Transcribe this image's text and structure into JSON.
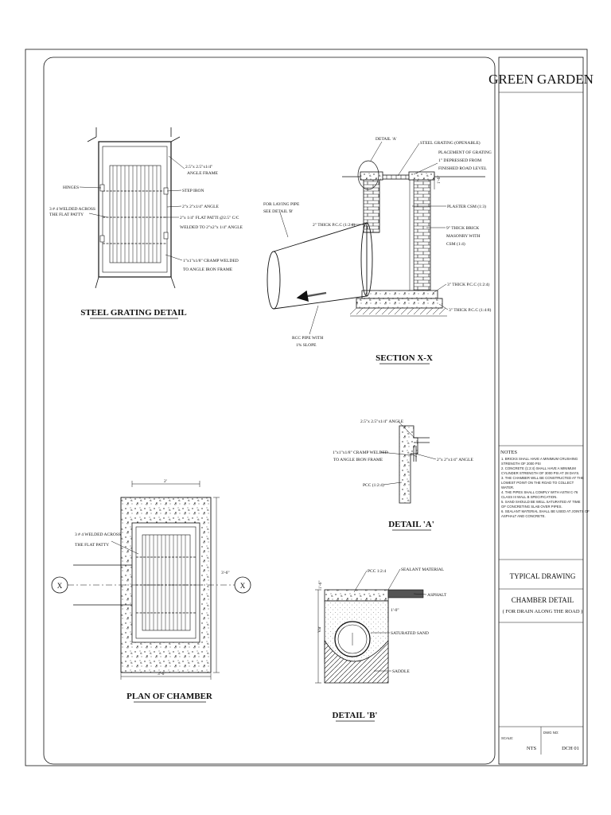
{
  "title_block": {
    "project": "GREEN GARDEN",
    "drawing_type": "TYPICAL DRAWING",
    "drawing_title": "CHAMBER DETAIL",
    "drawing_subtitle": "( FOR DRAIN ALONG THE ROAD )",
    "scale_label": "SCALE:",
    "scale_value": "NTS",
    "dwg_no_label": "DWG NO:",
    "dwg_no_value": "DCH 01"
  },
  "notes": {
    "heading": "NOTES",
    "lines": [
      "1.   BRICKS SHALL HAVE A MINIMUM  CRUSHING",
      "STRENGTH OF 2000 PSI",
      "2.   CONCRETE (1:2:4) SHALL HAVE A MINIMUM",
      "CYLINDER STRENGTH OF 3000 PSI AT 28 DAYS.",
      "3.   THE CHAMBER WILL BE CONSTRUCTED AT THE",
      "LOWEST POINT ON THE ROAD TO COLLECT",
      "WATER.",
      "4.   THE PIPES SHALL COMPLY WITH ASTM C-76",
      "CLASS III WALL B SPECIFICATION.",
      "5.   SAND SHOULD BE WELL SATURATED AT TIME",
      "OF  CONCRETING  SLAB OVER PIPES.",
      "6.   SEALANT  MATERIAL SHALL BE USED AT JOINTS OF",
      "ASPHALT AND CONCRETE."
    ]
  },
  "steel_grating": {
    "title": "STEEL GRATING DETAIL",
    "hinges": "HINGES",
    "welded_1": "3 # 4 WELDED ACROSS",
    "welded_2": "THE FLAT PATTY",
    "angle_frame_1": "2.5\"x 2.5\"x1/4\"",
    "angle_frame_2": "ANGLE FRAME",
    "step_iron": "STEP IRON",
    "angle": "2\"x 2\"x1/4\" ANGLE",
    "flat_patti_1": "2\"x 1/4\" FLAT PATTI @2.5\" C/C",
    "flat_patti_2": "WELDED TO 2\"x2\"x 1/4\" ANGLE",
    "cramp_1": "1\"x1\"x1/8\" CRAMP WELDED",
    "cramp_2": "TO ANGLE IRON FRAME"
  },
  "section_xx": {
    "title": "SECTION X-X",
    "detail_a": "DETAIL 'A'",
    "steel_grating": "STEEL GRATING (OPENABLE)",
    "placement_1": "PLACEMENT OF GRATING",
    "placement_2": "1\" DEPRESSED FROM",
    "placement_3": "FINISHED ROAD LEVEL",
    "dim_top": "1'-6\"",
    "laying_pipe_1": "FOR LAYING PIPE",
    "laying_pipe_2": "SEE DETAIL 'B'",
    "pcc_left": "2\" THICK P.C.C (1:2:4)",
    "plaster": "PLASTER CSM (1:3)",
    "brick_1": "9\" THICK BRICK",
    "brick_2": "MASONRY WITH",
    "brick_3": "CSM (1:4)",
    "pcc_3": "3\" THICK P.C.C (1:2:4)",
    "pcc_4": "3\" THICK P.C.C (1:4:8)",
    "rcc_1": "RCC PIPE WITH",
    "rcc_2": "1% SLOPE"
  },
  "detail_a": {
    "title": "DETAIL 'A'",
    "angle_top": "2.5\"x 2.5\"x1/4\" ANGLE",
    "cramp_1": "1\"x1\"x1/8\" CRAMP WELDED",
    "cramp_2": "TO ANGLE IRON FRAME",
    "angle_right": "2\"x 2\"x1/4\" ANGLE",
    "pcc": "PCC (1:2:4)"
  },
  "plan": {
    "title": "PLAN OF CHAMBER",
    "welded_1": "3 # 4 WELDED ACROSS",
    "welded_2": "THE FLAT PATTY",
    "marker": "X",
    "dim_top": "2'",
    "dim_right": "3'-6\"",
    "dim_bottom": "3'-6\""
  },
  "detail_b": {
    "title": "DETAIL 'B'",
    "pcc": "PCC 1:2:4",
    "sealant": "SEALANT MATERIAL",
    "asphalt": "ASPHALT",
    "dim_depth": "1'-6\"",
    "dim_side": "Var",
    "dim_cover": "1'-0\"",
    "sand": "SATURATED SAND",
    "saddle": "SADDLE"
  }
}
